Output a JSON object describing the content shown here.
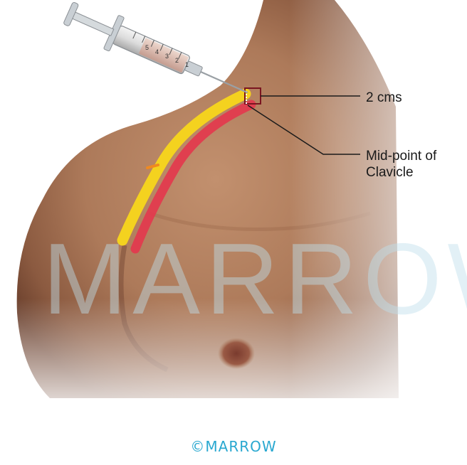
{
  "labels": {
    "distance": "2 cms",
    "midpoint_line1": "Mid-point of",
    "midpoint_line2": "Clavicle"
  },
  "syringe_scale": [
    "1",
    "2",
    "3",
    "4",
    "5"
  ],
  "watermark": "MARROW",
  "copyright": "©MARROW",
  "colors": {
    "skin": "#b07a5a",
    "skin_shadow": "#7a4a35",
    "clavicle_yellow": "#f4d21f",
    "vessel_red": "#e23b4e",
    "leader_line": "#1a1a1a",
    "brand_blue": "#29a8d0"
  }
}
